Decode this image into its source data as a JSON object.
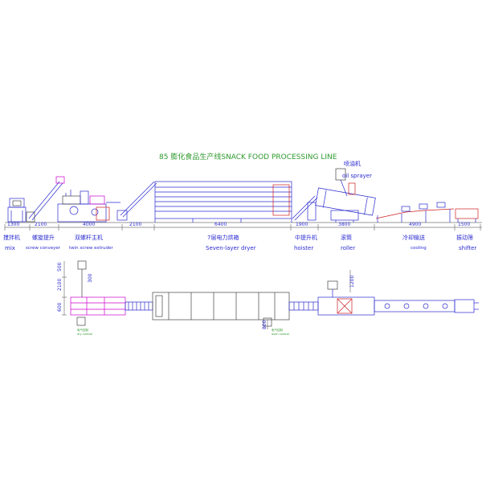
{
  "title": "85 膨化食品生产线SNACK FOOD PROCESSING LINE",
  "dimensions_top": [
    "1300",
    "2100",
    "4000",
    "2100",
    "6400",
    "1900",
    "3800",
    "4900",
    "1500"
  ],
  "stations": [
    {
      "cn": "搅拌机",
      "en": "mix"
    },
    {
      "cn": "螺旋提升",
      "en": "screw conveyer"
    },
    {
      "cn": "双螺杆主机",
      "en": "twin screw extruder"
    },
    {
      "cn": "7层电力烘箱",
      "en": "Seven-layer dryer"
    },
    {
      "cn": "中提升机",
      "en": "hoister"
    },
    {
      "cn": "滚筒",
      "en": "roller"
    },
    {
      "cn": "冷却输送",
      "en": "cooling"
    },
    {
      "cn": "振动筛",
      "en": "shifter"
    }
  ],
  "oil_sprayer": {
    "cn": "喷油机",
    "en": "oil sprayer"
  },
  "plan_dims": {
    "left_vertical": [
      "500",
      "2100",
      "600"
    ],
    "left_horizontal": "300",
    "center_vertical": "800",
    "right_vertical": "1200"
  },
  "controls": {
    "left": "电气控制",
    "left_en": "dry control",
    "center": "电气控制",
    "center_en": "oven control"
  },
  "colors": {
    "lines": "#2b2bd0",
    "title": "#2f9a2f",
    "labels": "#2b2bd0",
    "accent": "#cc00cc",
    "outline": "#444444",
    "highlight": "#d02020"
  }
}
